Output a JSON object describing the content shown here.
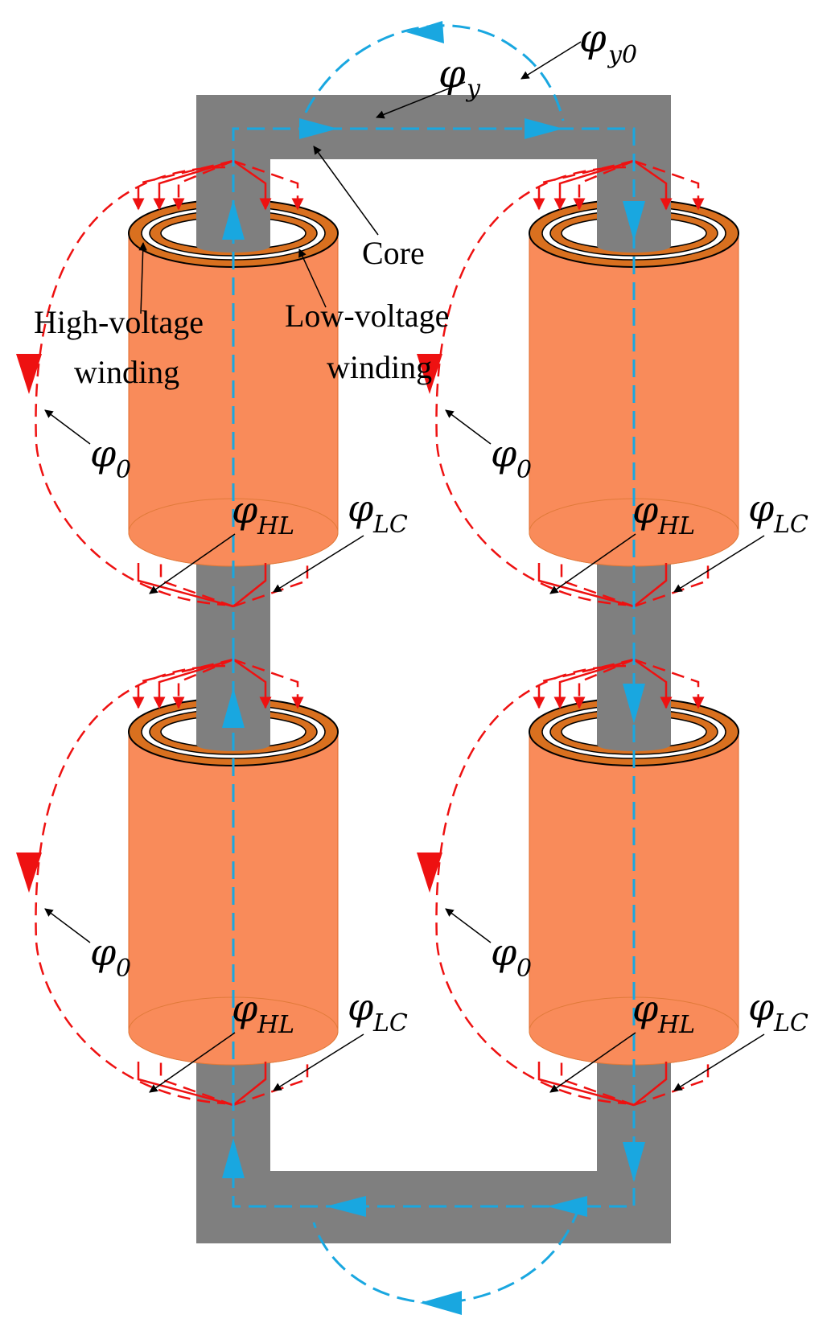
{
  "labels": {
    "core": "Core",
    "hv_winding_line1": "High-voltage",
    "hv_winding_line2": "winding",
    "lv_winding_line1": "Low-voltage",
    "lv_winding_line2": "winding"
  },
  "flux_symbols": {
    "phi": "φ",
    "y": "y",
    "y0": "y0",
    "zero": "0",
    "HL": "HL",
    "LC": "LC"
  },
  "colors": {
    "core": "#7f7f7f",
    "winding_body": "#f98b5a",
    "winding_ring": "#d9701f",
    "yoke_flux": "#19a7e0",
    "leakage_flux": "#ee1111",
    "leader": "#000000"
  }
}
